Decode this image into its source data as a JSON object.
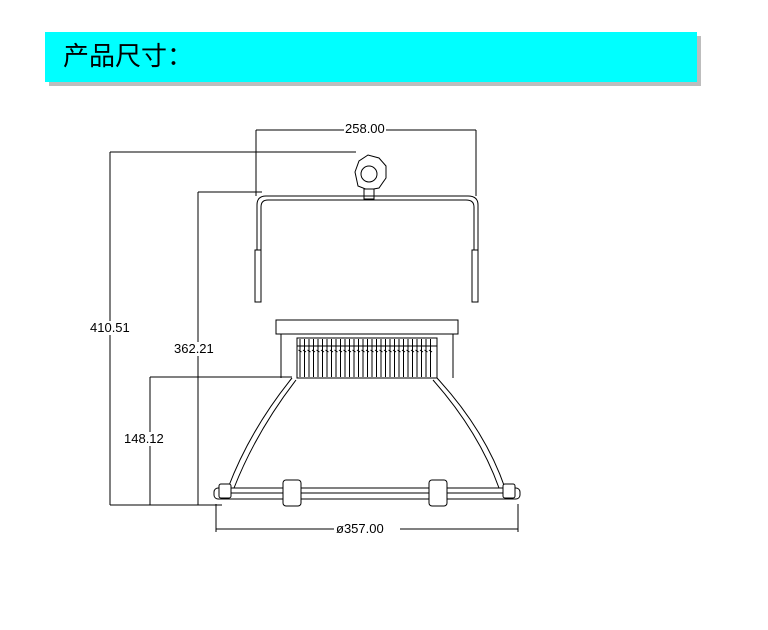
{
  "header": {
    "title": "产品尺寸："
  },
  "diagram": {
    "dimensions": {
      "top_width": "258.00",
      "overall_height": "410.51",
      "body_height": "362.21",
      "lower_height": "148.12",
      "bottom_diameter": "ø357.00"
    }
  }
}
